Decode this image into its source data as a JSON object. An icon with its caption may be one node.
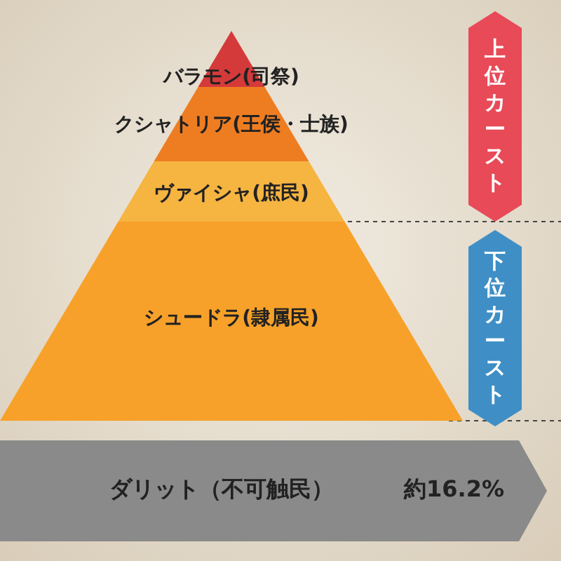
{
  "diagram": {
    "nodes": [
      {
        "text": [
          "バラモン(司祭)"
        ]
      },
      {
        "text": [
          "クシャトリア(王侯・士族)"
        ]
      },
      {
        "text": [
          "ヴァイシャ(庶民)"
        ]
      },
      {
        "text": [
          "シュードラ(隷属民)"
        ]
      },
      {
        "text": [
          "ダリット（不可触民）",
          "約16.2%"
        ]
      },
      {
        "text": [
          "上位カースト"
        ]
      },
      {
        "text": [
          "下位カースト"
        ]
      }
    ]
  }
}
